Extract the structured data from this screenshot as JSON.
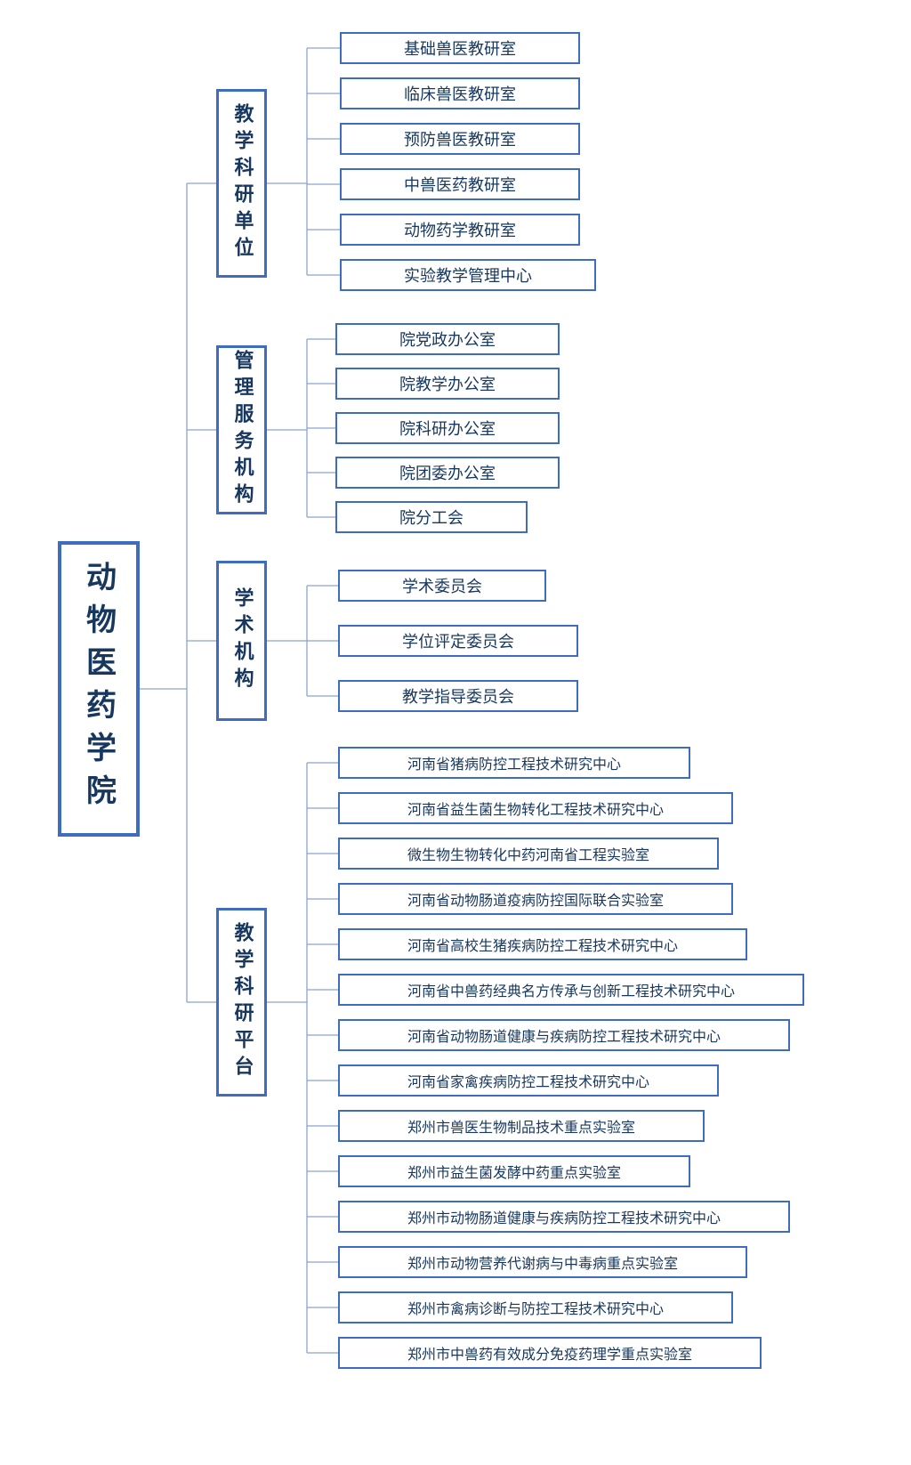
{
  "root": {
    "label": "动物医药学院"
  },
  "groups": [
    {
      "label": "教学科研单位",
      "children": [
        "基础兽医教研室",
        "临床兽医教研室",
        "预防兽医教研室",
        "中兽医药教研室",
        "动物药学教研室",
        "实验教学管理中心"
      ]
    },
    {
      "label": "管理服务机构",
      "children": [
        "院党政办公室",
        "院教学办公室",
        "院科研办公室",
        "院团委办公室",
        "院分工会"
      ]
    },
    {
      "label": "学术机构",
      "children": [
        "学术委员会",
        "学位评定委员会",
        "教学指导委员会"
      ]
    },
    {
      "label": "教学科研平台",
      "children": [
        "河南省猪病防控工程技术研究中心",
        "河南省益生菌生物转化工程技术研究中心",
        "微生物生物转化中药河南省工程实验室",
        "河南省动物肠道疫病防控国际联合实验室",
        "河南省高校生猪疾病防控工程技术研究中心",
        "河南省中兽药经典名方传承与创新工程技术研究中心",
        "河南省动物肠道健康与疾病防控工程技术研究中心",
        "河南省家禽疾病防控工程技术研究中心",
        "郑州市兽医生物制品技术重点实验室",
        "郑州市益生菌发酵中药重点实验室",
        "郑州市动物肠道健康与疾病防控工程技术研究中心",
        "郑州市动物营养代谢病与中毒病重点实验室",
        "郑州市禽病诊断与防控工程技术研究中心",
        "郑州市中兽药有效成分免疫药理学重点实验室"
      ]
    }
  ],
  "colors": {
    "border": "#3e6dc0",
    "text": "#17375e",
    "line": "#8ba3cf"
  }
}
